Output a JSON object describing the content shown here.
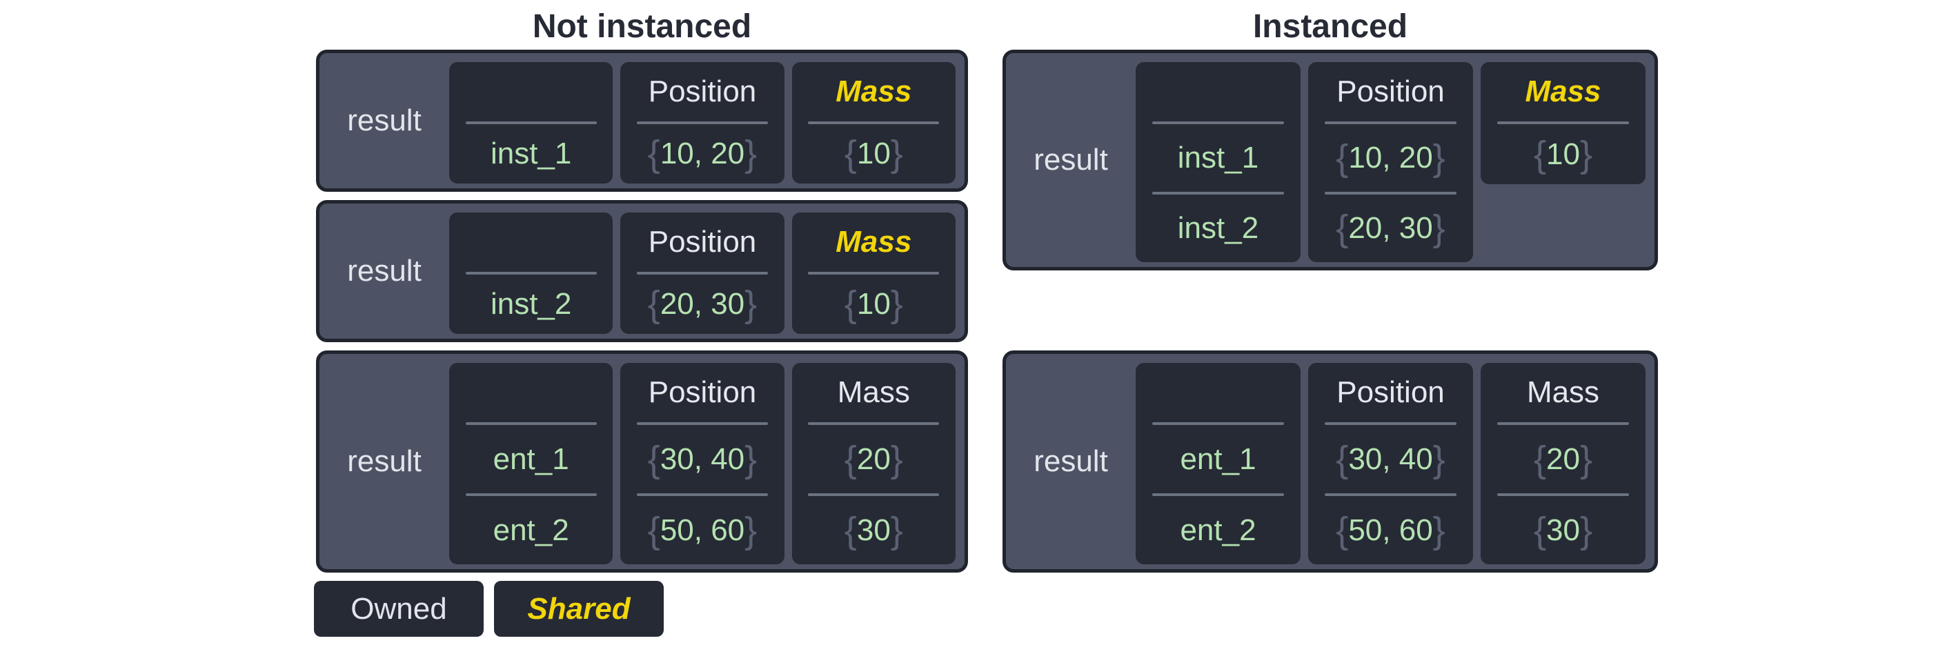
{
  "colors": {
    "background": "#ffffff",
    "title_text": "#272b36",
    "outer_box_fill": "#4d5364",
    "outer_box_border": "#20242e",
    "inner_box_fill": "#262a35",
    "label_text": "#e2e5eb",
    "value_green": "#b5e2b1",
    "brace_gray": "#5a6173",
    "separator_gray": "#6b7280",
    "shared_yellow": "#f2d60b"
  },
  "legend": {
    "owned": "Owned",
    "shared": "Shared"
  },
  "sections": [
    {
      "title": "Not instanced",
      "tables": [
        {
          "label": "result",
          "columns": [
            {
              "name": "entity",
              "header": "",
              "rows": [
                {
                  "text": "inst_1"
                }
              ]
            },
            {
              "name": "Position",
              "header": "Position",
              "shared": false,
              "rows": [
                {
                  "open": "{",
                  "text": "10, 20",
                  "close": "}"
                }
              ]
            },
            {
              "name": "Mass",
              "header": "Mass",
              "shared": true,
              "rows": [
                {
                  "open": "{",
                  "text": "10",
                  "close": "}"
                }
              ]
            }
          ]
        },
        {
          "label": "result",
          "columns": [
            {
              "name": "entity",
              "header": "",
              "rows": [
                {
                  "text": "inst_2"
                }
              ]
            },
            {
              "name": "Position",
              "header": "Position",
              "shared": false,
              "rows": [
                {
                  "open": "{",
                  "text": "20, 30",
                  "close": "}"
                }
              ]
            },
            {
              "name": "Mass",
              "header": "Mass",
              "shared": true,
              "rows": [
                {
                  "open": "{",
                  "text": "10",
                  "close": "}"
                }
              ]
            }
          ]
        },
        {
          "label": "result",
          "columns": [
            {
              "name": "entity",
              "header": "",
              "rows": [
                {
                  "text": "ent_1"
                },
                {
                  "text": "ent_2"
                }
              ]
            },
            {
              "name": "Position",
              "header": "Position",
              "shared": false,
              "rows": [
                {
                  "open": "{",
                  "text": "30, 40",
                  "close": "}"
                },
                {
                  "open": "{",
                  "text": "50, 60",
                  "close": "}"
                }
              ]
            },
            {
              "name": "Mass",
              "header": "Mass",
              "shared": false,
              "rows": [
                {
                  "open": "{",
                  "text": "20",
                  "close": "}"
                },
                {
                  "open": "{",
                  "text": "30",
                  "close": "}"
                }
              ]
            }
          ]
        }
      ]
    },
    {
      "title": "Instanced",
      "tables": [
        {
          "label": "result",
          "columns": [
            {
              "name": "entity",
              "header": "",
              "rows": [
                {
                  "text": "inst_1"
                },
                {
                  "text": "inst_2"
                }
              ]
            },
            {
              "name": "Position",
              "header": "Position",
              "shared": false,
              "rows": [
                {
                  "open": "{",
                  "text": "10, 20",
                  "close": "}"
                },
                {
                  "open": "{",
                  "text": "20, 30",
                  "close": "}"
                }
              ]
            },
            {
              "name": "Mass",
              "header": "Mass",
              "shared": true,
              "short_box": true,
              "rows": [
                {
                  "open": "{",
                  "text": "10",
                  "close": "}"
                }
              ]
            }
          ]
        },
        {
          "label": "result",
          "columns": [
            {
              "name": "entity",
              "header": "",
              "rows": [
                {
                  "text": "ent_1"
                },
                {
                  "text": "ent_2"
                }
              ]
            },
            {
              "name": "Position",
              "header": "Position",
              "shared": false,
              "rows": [
                {
                  "open": "{",
                  "text": "30, 40",
                  "close": "}"
                },
                {
                  "open": "{",
                  "text": "50, 60",
                  "close": "}"
                }
              ]
            },
            {
              "name": "Mass",
              "header": "Mass",
              "shared": false,
              "rows": [
                {
                  "open": "{",
                  "text": "20",
                  "close": "}"
                },
                {
                  "open": "{",
                  "text": "30",
                  "close": "}"
                }
              ]
            }
          ]
        }
      ]
    }
  ]
}
